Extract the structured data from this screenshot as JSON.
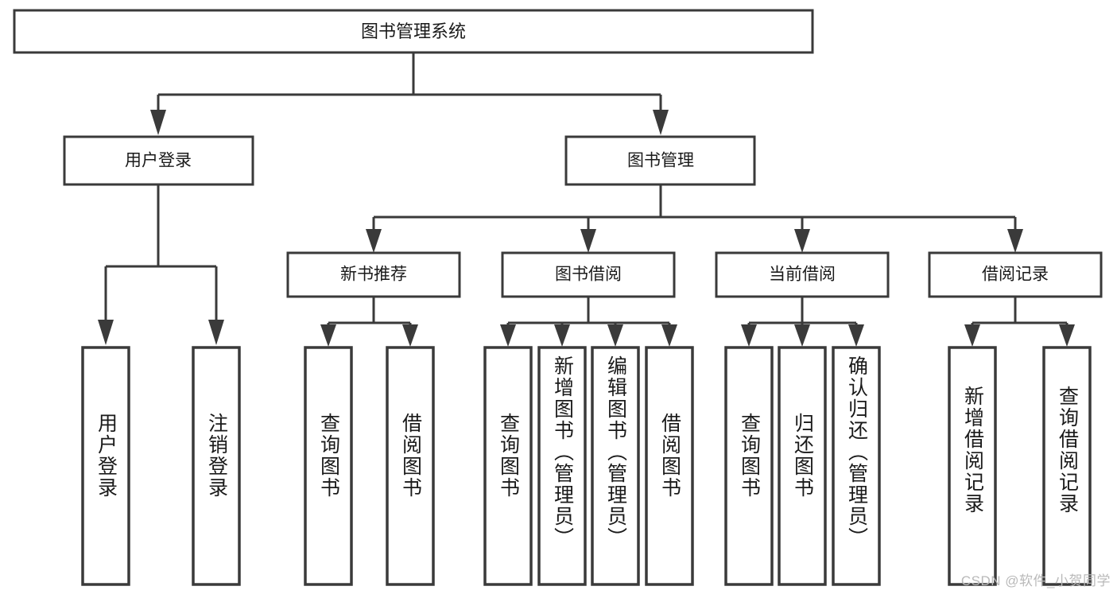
{
  "diagram": {
    "type": "tree",
    "title": "图书管理系统",
    "watermark": "CSDN @软件_小贺同学",
    "colors": {
      "background": "#ffffff",
      "box_fill": "#ffffff",
      "box_stroke": "#3a3a3a",
      "connector": "#3a3a3a",
      "text": "#1a1a1a",
      "watermark": "#b9b9b9"
    },
    "root": {
      "label": "图书管理系统",
      "orientation": "horizontal"
    },
    "level2": [
      {
        "label": "用户登录",
        "orientation": "horizontal"
      },
      {
        "label": "图书管理",
        "orientation": "horizontal"
      }
    ],
    "level3": [
      {
        "label": "新书推荐",
        "orientation": "horizontal"
      },
      {
        "label": "图书借阅",
        "orientation": "horizontal"
      },
      {
        "label": "当前借阅",
        "orientation": "horizontal"
      },
      {
        "label": "借阅记录",
        "orientation": "horizontal"
      }
    ],
    "leaves": {
      "user_login": [
        {
          "label": "用户登录",
          "orientation": "vertical"
        },
        {
          "label": "注销登录",
          "orientation": "vertical"
        }
      ],
      "new_book_recommend": [
        {
          "label": "查询图书",
          "orientation": "vertical"
        },
        {
          "label": "借阅图书",
          "orientation": "vertical"
        }
      ],
      "book_borrow": [
        {
          "label": "查询图书",
          "orientation": "vertical"
        },
        {
          "label": "新增图书（管理员）",
          "orientation": "vertical"
        },
        {
          "label": "编辑图书（管理员）",
          "orientation": "vertical"
        },
        {
          "label": "借阅图书",
          "orientation": "vertical"
        }
      ],
      "current_borrow": [
        {
          "label": "查询图书",
          "orientation": "vertical"
        },
        {
          "label": "归还图书",
          "orientation": "vertical"
        },
        {
          "label": "确认归还（管理员）",
          "orientation": "vertical"
        }
      ],
      "borrow_record": [
        {
          "label": "新增借阅记录",
          "orientation": "vertical"
        },
        {
          "label": "查询借阅记录",
          "orientation": "vertical"
        }
      ]
    }
  }
}
